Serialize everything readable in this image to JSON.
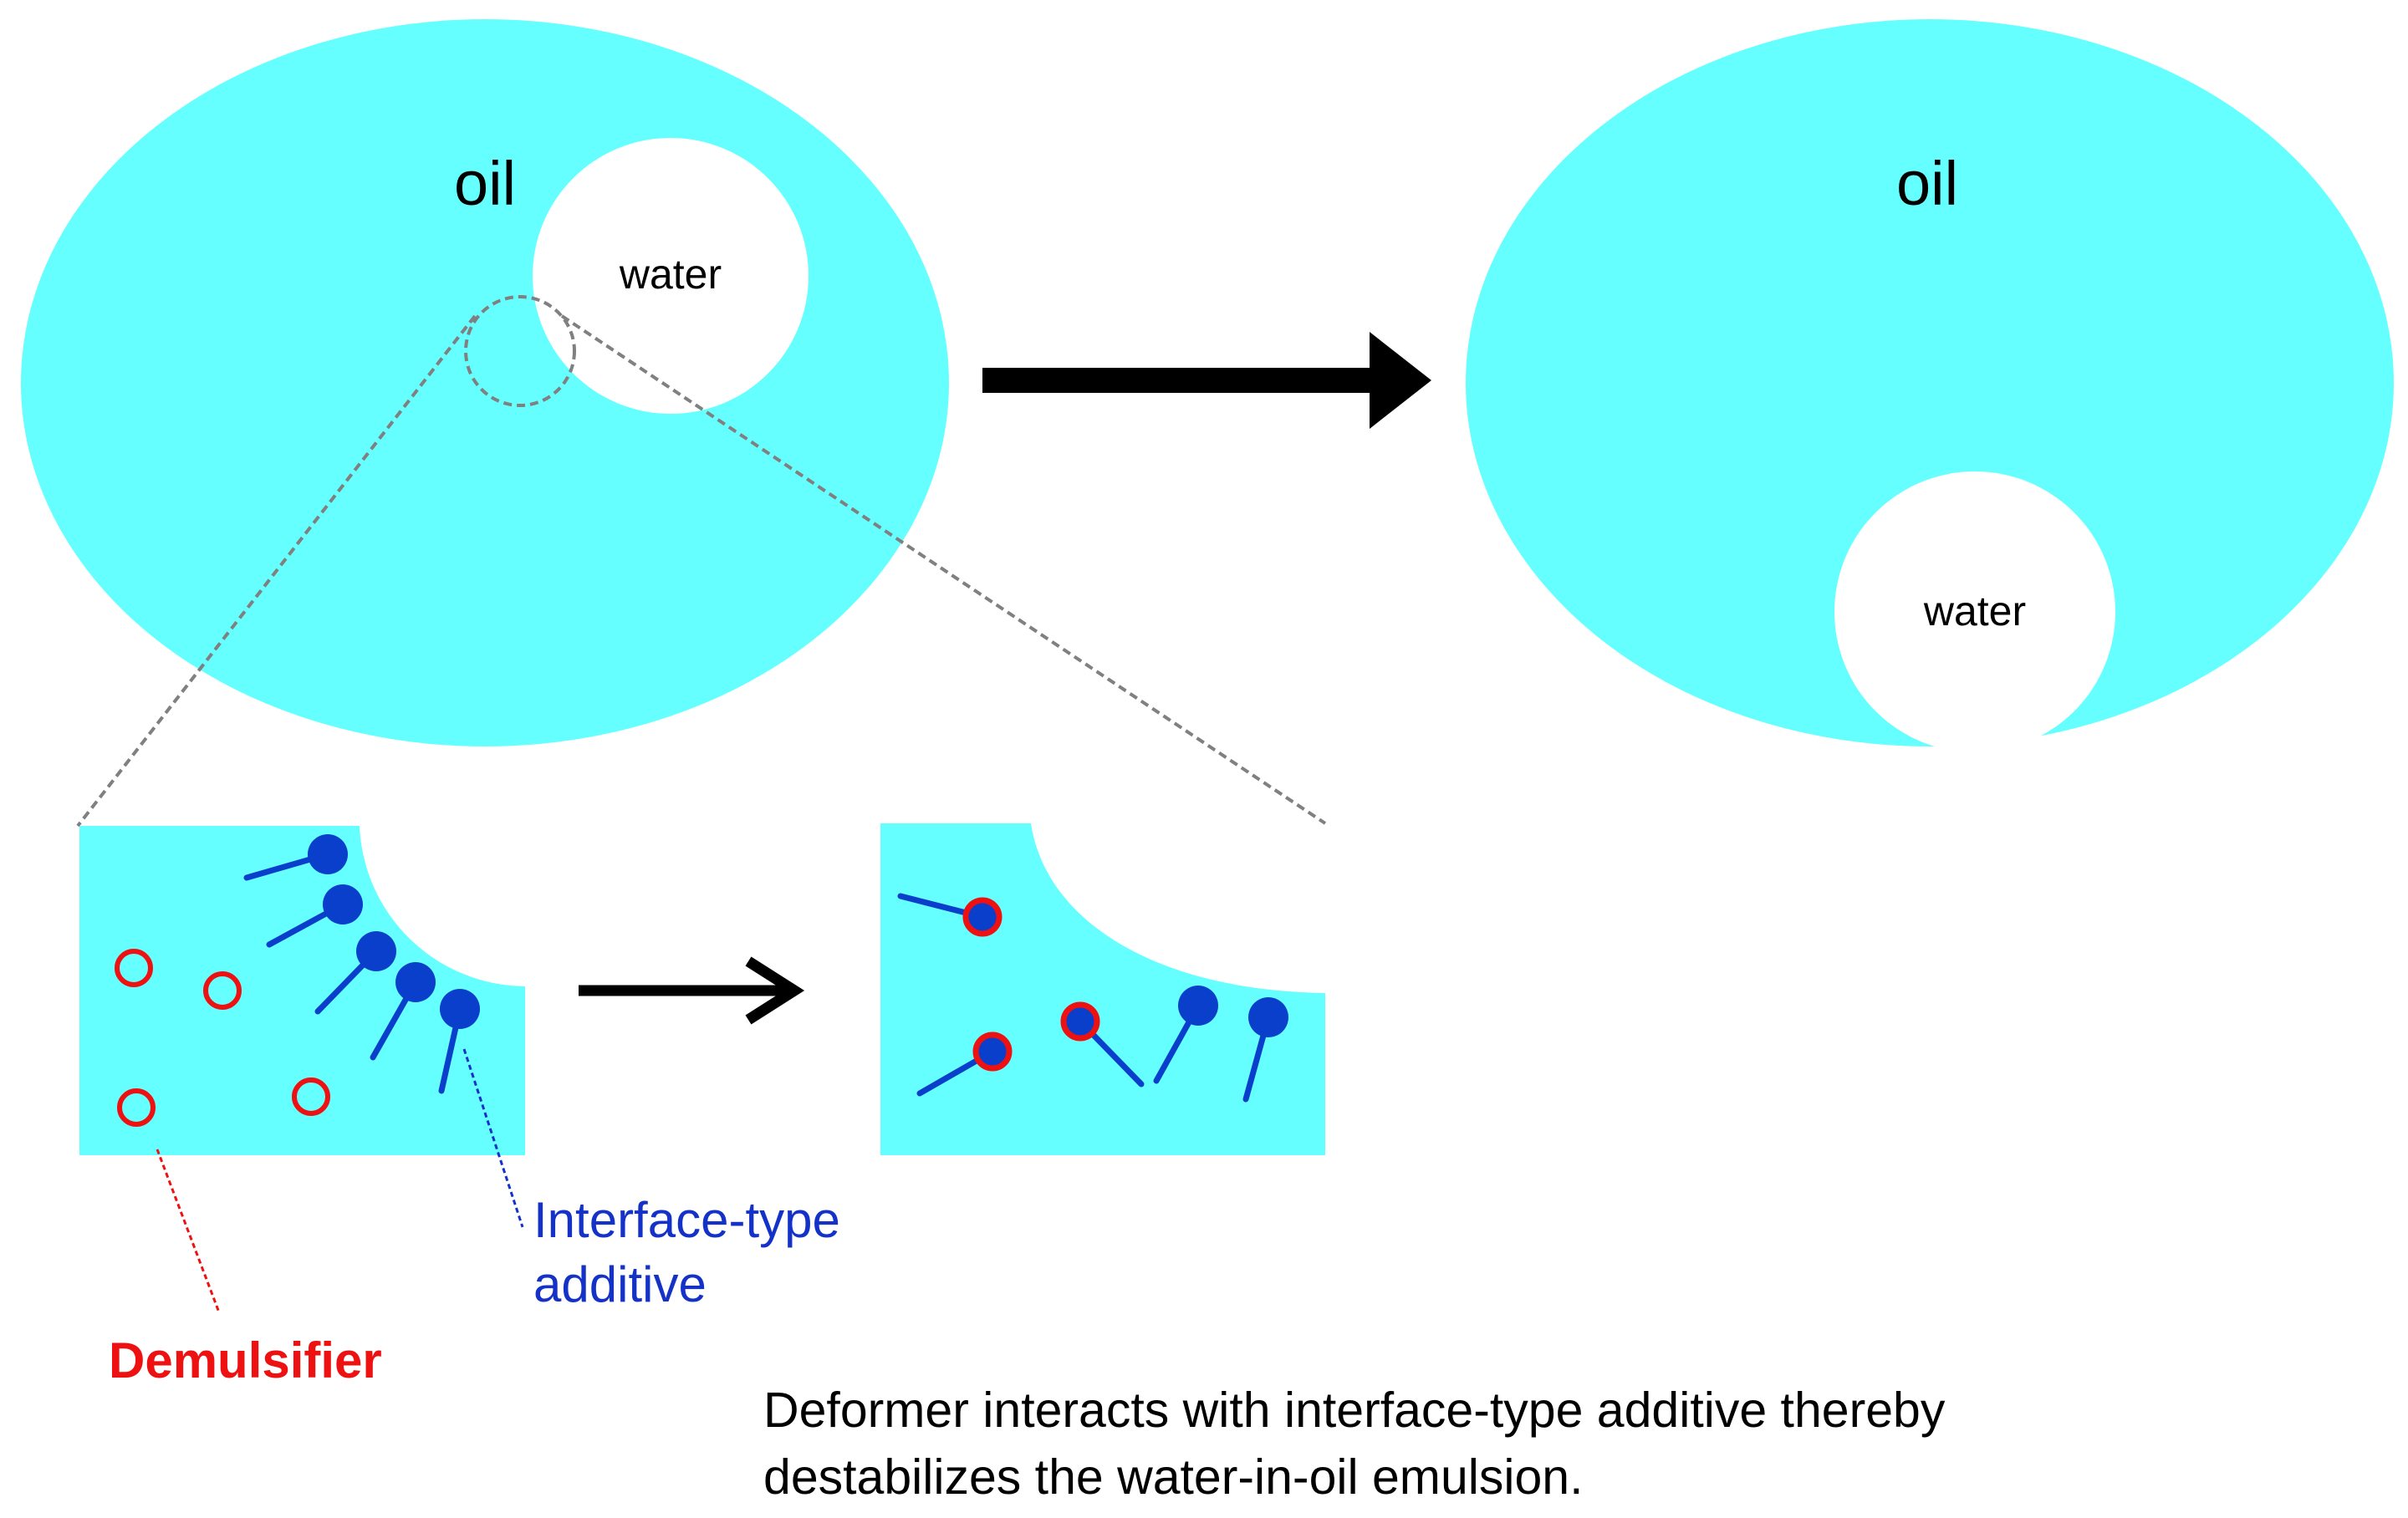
{
  "labels": {
    "oil_left": "oil",
    "water_left": "water",
    "oil_right": "oil",
    "water_right": "water",
    "demulsifier": "Demulsifier",
    "interface_line1": "Interface-type",
    "interface_line2": "additive",
    "caption_line1": "Deformer interacts with interface-type additive thereby",
    "caption_line2": "destabilizes the water-in-oil emulsion."
  },
  "colors": {
    "oil": "#66ffff",
    "water": "#ffffff",
    "arrow": "#000000",
    "surfactant": "#0a3fcc",
    "demulsifier": "#ee1111",
    "zoom_line": "#808080",
    "demulsifier_label": "#ee1111",
    "interface_label": "#1432c8",
    "caption": "#000000"
  }
}
